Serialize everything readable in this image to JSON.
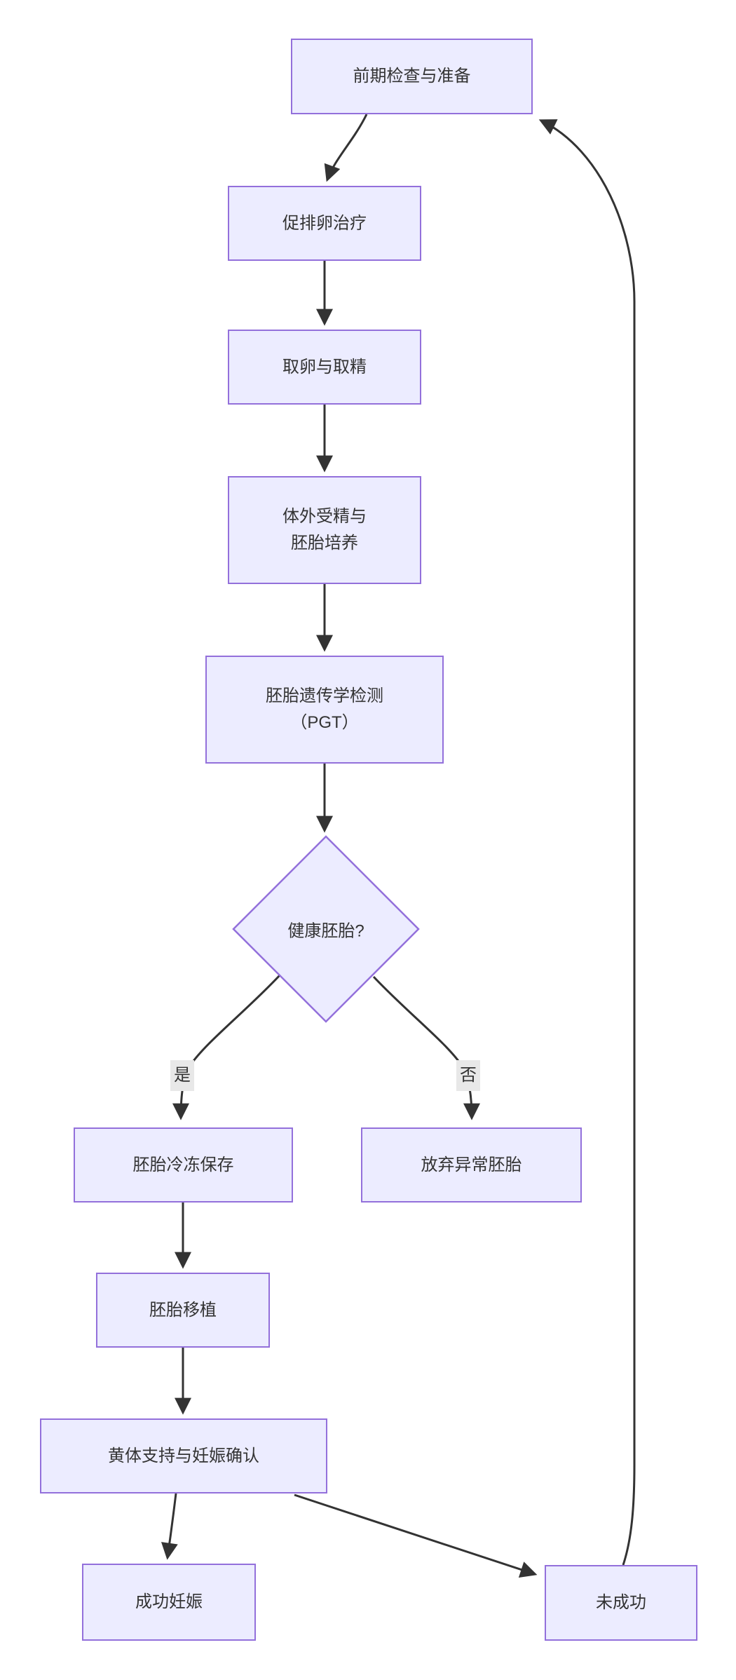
{
  "diagram": {
    "type": "flowchart",
    "direction": "top-down",
    "nodes": {
      "prep": {
        "label": "前期检查与准备",
        "shape": "rectangle"
      },
      "stim": {
        "label": "促排卵治疗",
        "shape": "rectangle"
      },
      "retrieval": {
        "label": "取卵与取精",
        "shape": "rectangle"
      },
      "ivf": {
        "label": "体外受精与胚胎培养",
        "label_line1": "体外受精与",
        "label_line2": "胚胎培养",
        "shape": "rectangle"
      },
      "pgt": {
        "label": "胚胎遗传学检测（PGT）",
        "label_line1": "胚胎遗传学检测",
        "label_line2": "（PGT）",
        "shape": "rectangle"
      },
      "decision": {
        "label": "健康胚胎?",
        "shape": "diamond"
      },
      "freeze": {
        "label": "胚胎冷冻保存",
        "shape": "rectangle"
      },
      "discard": {
        "label": "放弃异常胚胎",
        "shape": "rectangle"
      },
      "transfer": {
        "label": "胚胎移植",
        "shape": "rectangle"
      },
      "luteal": {
        "label": "黄体支持与妊娠确认",
        "shape": "rectangle"
      },
      "success": {
        "label": "成功妊娠",
        "shape": "rectangle"
      },
      "fail": {
        "label": "未成功",
        "shape": "rectangle"
      }
    },
    "edge_labels": {
      "yes": "是",
      "no": "否"
    },
    "edges": [
      {
        "from": "前期检查与准备",
        "to": "促排卵治疗",
        "label": ""
      },
      {
        "from": "促排卵治疗",
        "to": "取卵与取精",
        "label": ""
      },
      {
        "from": "取卵与取精",
        "to": "体外受精与胚胎培养",
        "label": ""
      },
      {
        "from": "体外受精与胚胎培养",
        "to": "胚胎遗传学检测（PGT）",
        "label": ""
      },
      {
        "from": "胚胎遗传学检测（PGT）",
        "to": "健康胚胎?",
        "label": ""
      },
      {
        "from": "健康胚胎?",
        "to": "胚胎冷冻保存",
        "label": "是"
      },
      {
        "from": "健康胚胎?",
        "to": "放弃异常胚胎",
        "label": "否"
      },
      {
        "from": "胚胎冷冻保存",
        "to": "胚胎移植",
        "label": ""
      },
      {
        "from": "胚胎移植",
        "to": "黄体支持与妊娠确认",
        "label": ""
      },
      {
        "from": "黄体支持与妊娠确认",
        "to": "成功妊娠",
        "label": ""
      },
      {
        "from": "黄体支持与妊娠确认",
        "to": "未成功",
        "label": ""
      },
      {
        "from": "未成功",
        "to": "前期检查与准备",
        "label": ""
      }
    ],
    "colors": {
      "node_fill": "#ECECFF",
      "node_border": "#9370DB",
      "edge": "#333333",
      "edge_label_bg": "#e8e8e8",
      "text": "#333333",
      "background": "#ffffff"
    }
  }
}
